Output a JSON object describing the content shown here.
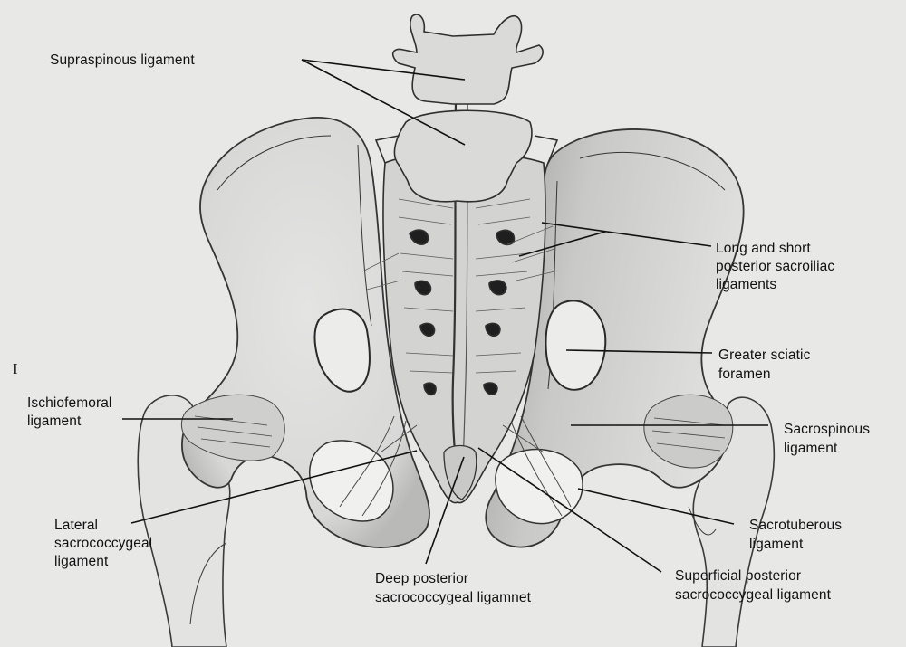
{
  "labels": {
    "supraspinous": "Supraspinous ligament",
    "long_short_1": "Long and short",
    "long_short_2": "posterior sacroiliac",
    "long_short_3": "ligaments",
    "greater_sciatic_1": "Greater sciatic",
    "greater_sciatic_2": "foramen",
    "ischiofemoral_1": "Ischiofemoral",
    "ischiofemoral_2": "ligament",
    "sacrospinous_1": "Sacrospinous",
    "sacrospinous_2": "ligament",
    "lateral_sacro_1": "Lateral",
    "lateral_sacro_2": "sacrococcygeal",
    "lateral_sacro_3": "ligament",
    "sacrotuberous_1": "Sacrotuberous",
    "sacrotuberous_2": "ligament",
    "deep_post_1": "Deep posterior",
    "deep_post_2": "sacrococcygeal ligamnet",
    "superficial_post_1": "Superficial posterior",
    "superficial_post_2": "sacrococcygeal ligament"
  },
  "margin_marker": "I"
}
